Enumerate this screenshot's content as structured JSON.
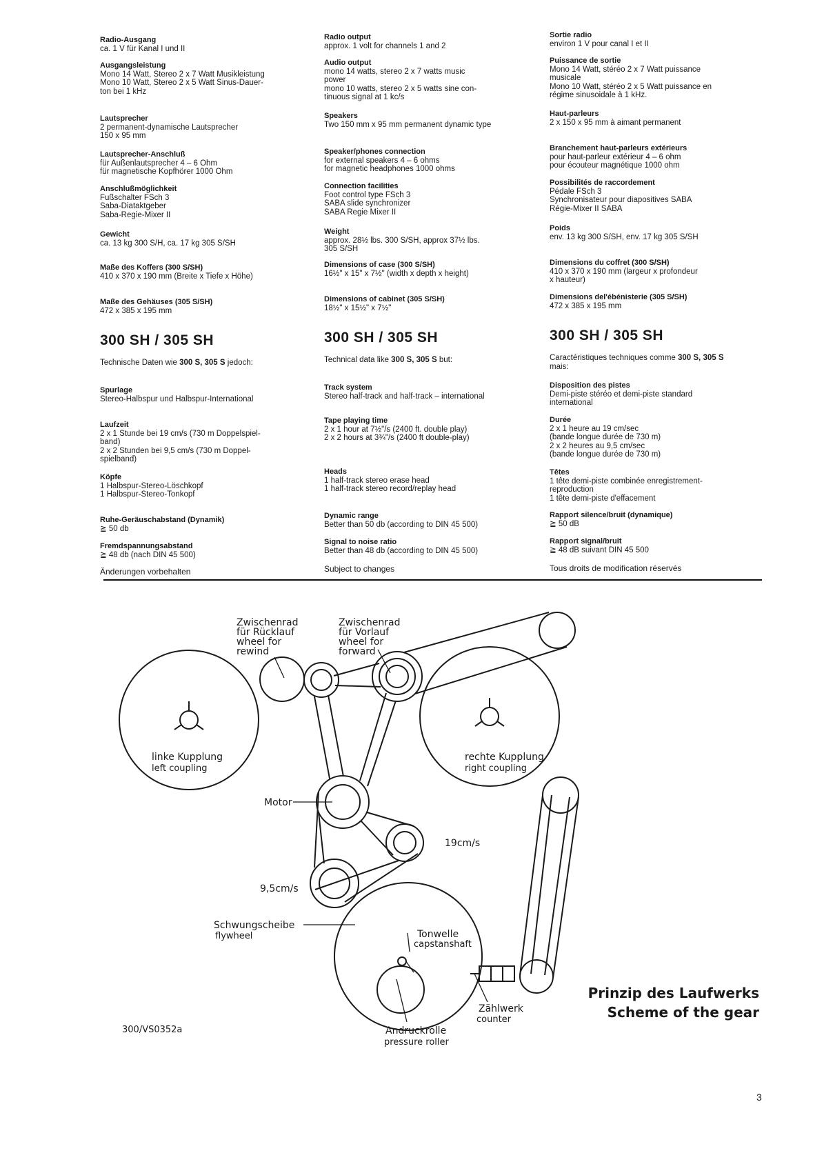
{
  "columns": [
    {
      "sections": [
        {
          "heading": "Radio-Ausgang",
          "lines": "ca. 1 V für Kanal I und II"
        },
        {
          "heading": "Ausgangsleistung",
          "lines": "Mono 14 Watt, Stereo 2 x 7 Watt Musikleistung\nMono 10 Watt, Stereo 2 x 5 Watt Sinus-Dauer-\nton bei 1 kHz"
        },
        {
          "heading": "Lautsprecher",
          "lines": "2 permanent-dynamische Lautsprecher\n150 x 95 mm"
        },
        {
          "heading": "Lautsprecher-Anschluß",
          "lines": "für Außenlautsprecher 4 – 6 Ohm\nfür magnetische Kopfhörer 1000 Ohm"
        },
        {
          "heading": "Anschlußmöglichkeit",
          "lines": "Fußschalter FSch 3\nSaba-Diataktgeber\nSaba-Regie-Mixer II"
        },
        {
          "heading": "Gewicht",
          "lines": "ca. 13 kg 300 S/H, ca. 17 kg 305 S/SH"
        },
        {
          "heading": "Maße des Koffers (300 S/SH)",
          "lines": "410 x 370 x 190 mm (Breite x Tiefe x Höhe)"
        },
        {
          "heading": "Maße des Gehäuses (305 S/SH)",
          "lines": "472 x 385 x 195 mm"
        }
      ],
      "model": "300 SH / 305 SH",
      "intro_pre": "Technische Daten wie ",
      "intro_bold": "300 S, 305 S",
      "intro_post": " jedoch:",
      "sections2": [
        {
          "heading": "Spurlage",
          "lines": "Stereo-Halbspur und Halbspur-International"
        },
        {
          "heading": "Laufzeit",
          "lines": "2 x 1 Stunde bei 19 cm/s (730 m Doppelspiel-\nband)\n2 x 2 Stunden bei 9,5 cm/s (730 m Doppel-\nspielband)"
        },
        {
          "heading": "Köpfe",
          "lines": "1 Halbspur-Stereo-Löschkopf\n1 Halbspur-Stereo-Tonkopf"
        },
        {
          "heading": "Ruhe-Geräuschabstand (Dynamik)",
          "lines": "≧ 50 db"
        },
        {
          "heading": "Fremdspannungsabstand",
          "lines": "≧ 48 db (nach DIN 45 500)"
        }
      ],
      "footer": "Änderungen vorbehalten"
    },
    {
      "sections": [
        {
          "heading": "Radio output",
          "lines": "approx. 1 volt for channels 1 and 2"
        },
        {
          "heading": "Audio output",
          "lines": "mono 14 watts, stereo 2 x 7 watts music\npower\nmono 10 watts, stereo 2 x 5 watts sine con-\ntinuous signal at 1 kc/s"
        },
        {
          "heading": "Speakers",
          "lines": "Two 150 mm x 95 mm permanent dynamic type"
        },
        {
          "heading": "Speaker/phones connection",
          "lines": "for external speakers 4 – 6 ohms\nfor magnetic headphones 1000 ohms"
        },
        {
          "heading": "Connection facilities",
          "lines": "Foot control type FSch 3\nSABA slide synchronizer\nSABA Regie Mixer II"
        },
        {
          "heading": "Weight",
          "lines": "approx. 28½ lbs. 300 S/SH, approx 37½ lbs.\n305 S/SH"
        },
        {
          "heading": "Dimensions of case (300 S/SH)",
          "lines": "16½\" x 15\" x 7½\" (width x depth x height)"
        },
        {
          "heading": "Dimensions of cabinet (305 S/SH)",
          "lines": "18½\" x 15½\" x 7½\""
        }
      ],
      "model": "300 SH / 305 SH",
      "intro_pre": "Technical data like ",
      "intro_bold": "300 S, 305 S",
      "intro_post": " but:",
      "sections2": [
        {
          "heading": "Track system",
          "lines": "Stereo half-track and half-track – international"
        },
        {
          "heading": "Tape playing time",
          "lines": "2 x 1 hour at 7½\"/s (2400 ft. double play)\n2 x 2 hours at 3¾\"/s (2400 ft double-play)"
        },
        {
          "heading": "Heads",
          "lines": "1 half-track stereo erase head\n1 half-track stereo record/replay head"
        },
        {
          "heading": "Dynamic range",
          "lines": "Better than 50 db (according to DIN 45 500)"
        },
        {
          "heading": "Signal to noise ratio",
          "lines": "Better than 48 db (according to DIN 45 500)"
        }
      ],
      "footer": "Subject to changes"
    },
    {
      "sections": [
        {
          "heading": "Sortie radio",
          "lines": "environ 1 V pour canal I et II"
        },
        {
          "heading": "Puissance de sortie",
          "lines": "Mono 14 Watt, stéréo 2 x 7 Watt puissance\nmusicale\nMono 10 Watt, stéréo 2 x 5 Watt puissance en\nrégime sinusoidale à 1 kHz."
        },
        {
          "heading": "Haut-parleurs",
          "lines": "2 x 150 x 95 mm à aimant permanent"
        },
        {
          "heading": "Branchement haut-parleurs extérieurs",
          "lines": "pour haut-parleur extérieur 4 – 6 ohm\npour écouteur magnétique 1000 ohm"
        },
        {
          "heading": "Possibilités de raccordement",
          "lines": "Pédale FSch 3\nSynchronisateur pour diapositives SABA\nRégie-Mixer II SABA"
        },
        {
          "heading": "Poids",
          "lines": "env. 13 kg 300 S/SH, env. 17 kg 305 S/SH"
        },
        {
          "heading": "Dimensions du coffret (300 S/SH)",
          "lines": "410 x 370 x 190 mm (largeur x profondeur\nx hauteur)"
        },
        {
          "heading": "Dimensions del'ébénisterie (305 S/SH)",
          "lines": "472 x 385 x 195 mm"
        }
      ],
      "model": "300 SH / 305 SH",
      "intro_pre": "Caractéristiques techniques comme ",
      "intro_bold": "300 S, 305 S",
      "intro_post": "\nmais:",
      "sections2": [
        {
          "heading": "Disposition des pistes",
          "lines": "Demi-piste stéréo et demi-piste standard\ninternational"
        },
        {
          "heading": "Durée",
          "lines": "2 x 1 heure au 19 cm/sec\n(bande longue durée de 730 m)\n2 x 2 heures au 9,5 cm/sec\n(bande longue durée de 730 m)"
        },
        {
          "heading": "Têtes",
          "lines": "1 tête demi-piste combinée enregistrement-\nreproduction\n1 tête demi-piste d'effacement"
        },
        {
          "heading": "Rapport silence/bruit (dynamique)",
          "lines": "≧ 50 dB"
        },
        {
          "heading": "Rapport signal/bruit",
          "lines": "≧ 48 dB suivant DIN 45 500"
        }
      ],
      "footer": "Tous droits de modification réservés"
    }
  ],
  "diagram": {
    "idler_rewind": [
      "Zwischenrad",
      "für Rücklauf",
      "wheel for",
      "rewind"
    ],
    "idler_forward": [
      "Zwischenrad",
      "für Vorlauf",
      "wheel for",
      "forward"
    ],
    "left_coupling": [
      "linke Kupplung",
      "left   coupling"
    ],
    "right_coupling": [
      "rechte Kupplung",
      "right   coupling"
    ],
    "motor": "Motor",
    "speed_high": "19cm/s",
    "speed_low": "9,5cm/s",
    "flywheel": [
      "Schwungscheibe",
      "flywheel"
    ],
    "capstan": [
      "Tonwelle",
      "capstanshaft"
    ],
    "counter": [
      "Zählwerk",
      "counter"
    ],
    "pressure_roller": [
      "Andruckrolle",
      "pressure roller"
    ]
  },
  "caption": [
    "Prinzip des Laufwerks",
    "Scheme of the gear"
  ],
  "reference": "300/VS0352a",
  "page_number": "3"
}
